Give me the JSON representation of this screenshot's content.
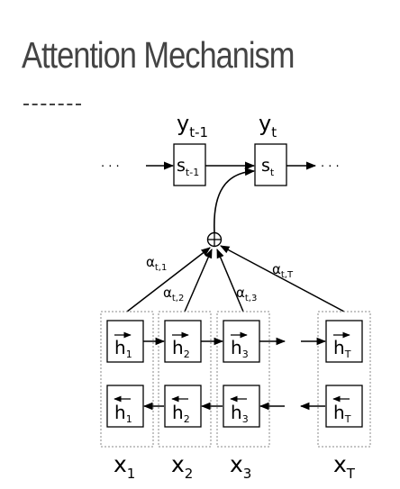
{
  "slide": {
    "title": "Attention Mechanism"
  },
  "colors": {
    "text": "#444444",
    "stroke": "#000000",
    "dotted_box": "#888888",
    "background": "#ffffff"
  },
  "diagram": {
    "decoder": {
      "outputs": [
        {
          "base": "y",
          "sub": "t-1"
        },
        {
          "base": "y",
          "sub": "t"
        }
      ],
      "states": [
        {
          "base": "s",
          "sub": "t-1"
        },
        {
          "base": "s",
          "sub": "t"
        }
      ],
      "ellipsis": "· · ·",
      "sum_symbol": "⊕"
    },
    "attention_weights": [
      {
        "base": "α",
        "sub": "t,1"
      },
      {
        "base": "α",
        "sub": "t,2"
      },
      {
        "base": "α",
        "sub": "t,3"
      },
      {
        "base": "α",
        "sub": "t,T"
      }
    ],
    "encoder_steps": [
      {
        "fwd": {
          "base": "h",
          "sub": "1"
        },
        "bwd": {
          "base": "h",
          "sub": "1"
        },
        "input": {
          "base": "x",
          "sub": "1"
        }
      },
      {
        "fwd": {
          "base": "h",
          "sub": "2"
        },
        "bwd": {
          "base": "h",
          "sub": "2"
        },
        "input": {
          "base": "x",
          "sub": "2"
        }
      },
      {
        "fwd": {
          "base": "h",
          "sub": "3"
        },
        "bwd": {
          "base": "h",
          "sub": "3"
        },
        "input": {
          "base": "x",
          "sub": "3"
        }
      },
      {
        "fwd": {
          "base": "h",
          "sub": "T"
        },
        "bwd": {
          "base": "h",
          "sub": "T"
        },
        "input": {
          "base": "x",
          "sub": "T"
        }
      }
    ]
  }
}
